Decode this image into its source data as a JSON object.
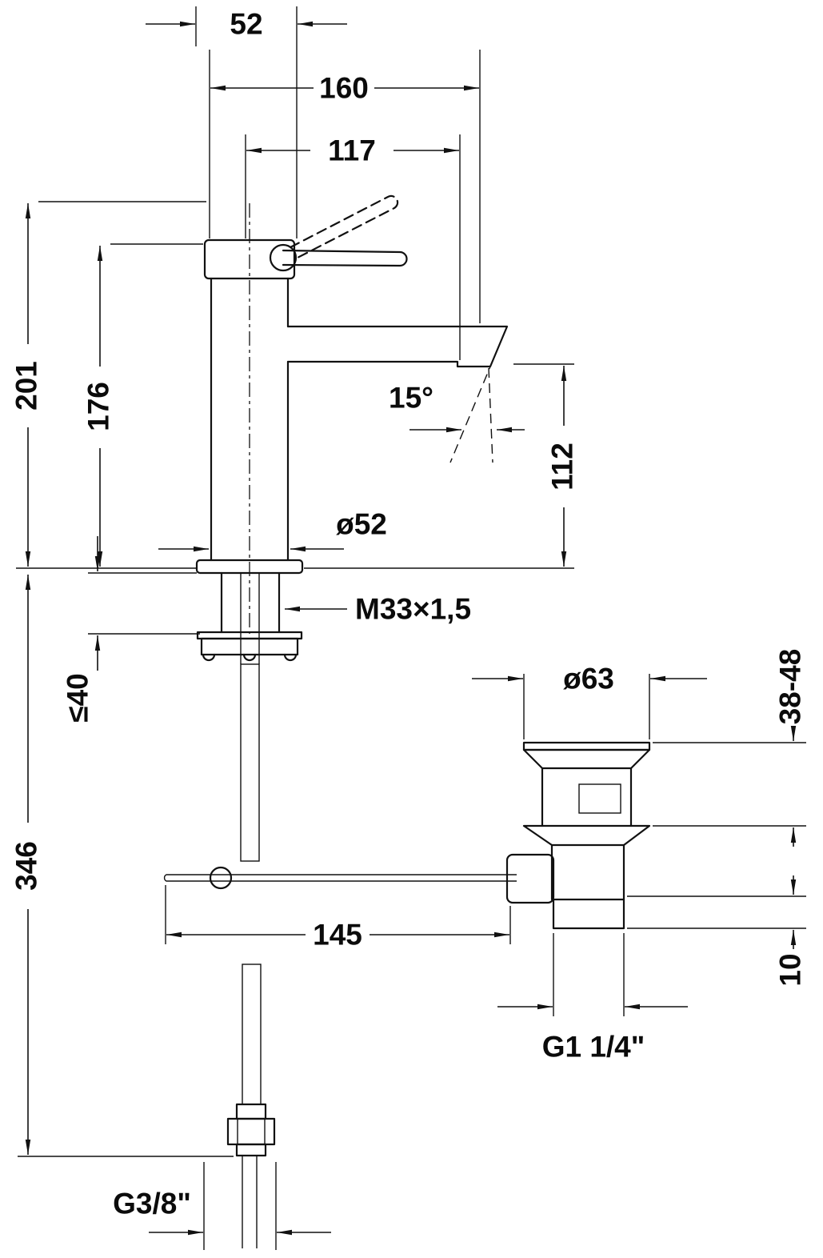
{
  "drawing": {
    "kind": "technical-dimension-drawing",
    "subject": "single-lever basin mixer with pop-up waste set and flexible supply hose",
    "line_color": "#111111",
    "background": "#ffffff"
  },
  "dimensions": {
    "cap_offset": "52",
    "spout_reach": "160",
    "lever_reach": "117",
    "overall_height": "201",
    "height_to_cap": "176",
    "spout_angle": "15°",
    "spout_outlet_height": "112",
    "body_diameter": "ø52",
    "mounting_thread": "M33×1,5",
    "max_deck_thickness": "≤40",
    "hose_drop_length": "346",
    "waste_flange_diameter": "ø63",
    "clamping_range": "38-48",
    "rod_to_waste_distance": "145",
    "waste_thread_length": "10",
    "waste_thread": "G1 1/4\"",
    "supply_thread": "G3/8\""
  }
}
